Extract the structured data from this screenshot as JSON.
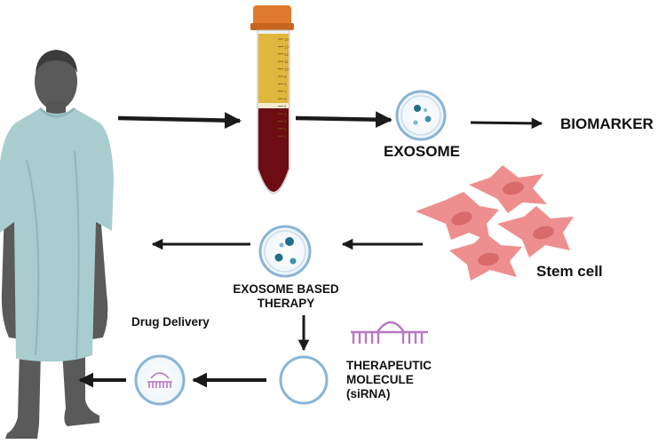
{
  "labels": {
    "exosome": "EXOSOME",
    "biomarker": "BIOMARKER",
    "stem_cell": "Stem cell",
    "exosome_therapy": [
      "EXOSOME BASED",
      "THERAPY"
    ],
    "drug_delivery": "Drug Delivery",
    "therapeutic_molecule": [
      "THERAPEUTIC",
      "MOLECULE",
      "(siRNA)"
    ]
  },
  "tube_scale": [
    "14",
    "13",
    "12",
    "11",
    "10",
    "9",
    "8",
    "7",
    "6",
    "5",
    "4",
    "3",
    "2",
    "1"
  ],
  "colors": {
    "gown": "#a9cdcf",
    "gown_shadow": "#8fb7ba",
    "skin": "#5a5a5a",
    "tube_cap": "#e07a2c",
    "plasma": "#e0b63c",
    "blood": "#6b0d12",
    "vesicle_ring": "#8ab4d6",
    "vesicle_dot": "#1f6e8c",
    "stem_cell": "#ee8e8e",
    "stem_cell_nucleus": "#d86a6a",
    "sirna": "#b877c4",
    "arrow": "#1a1a1a"
  }
}
